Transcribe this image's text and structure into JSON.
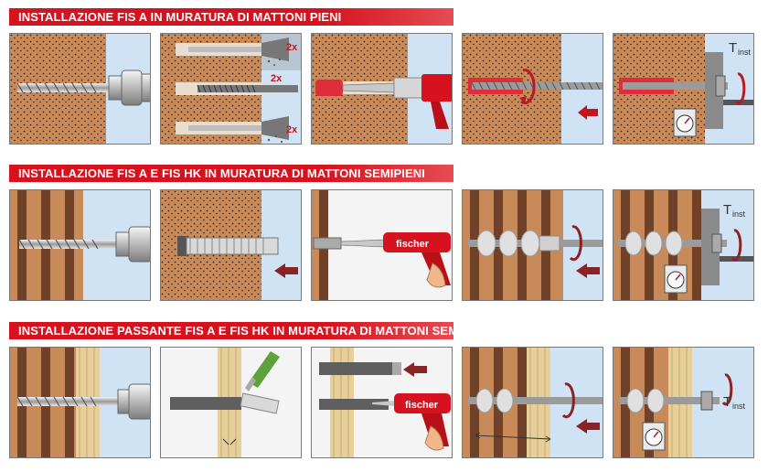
{
  "sections": [
    {
      "title": "INSTALLAZIONE FIS A IN MURATURA DI MATTONI PIENI"
    },
    {
      "title": "INSTALLAZIONE FIS A E FIS HK IN MURATURA DI MATTONI  SEMIPIENI"
    },
    {
      "title": "INSTALLAZIONE PASSANTE FIS A E FIS HK IN MURATURA DI MATTONI SEMIPIENI"
    }
  ],
  "labels": {
    "repeat": "2x",
    "torque_t": "T",
    "torque_sub": "inst",
    "brand": "fischer"
  },
  "colors": {
    "accent": "#d5121e",
    "brick": "#c98a5a",
    "sky": "#cfe3f5",
    "wood": "#e6cf9a"
  }
}
